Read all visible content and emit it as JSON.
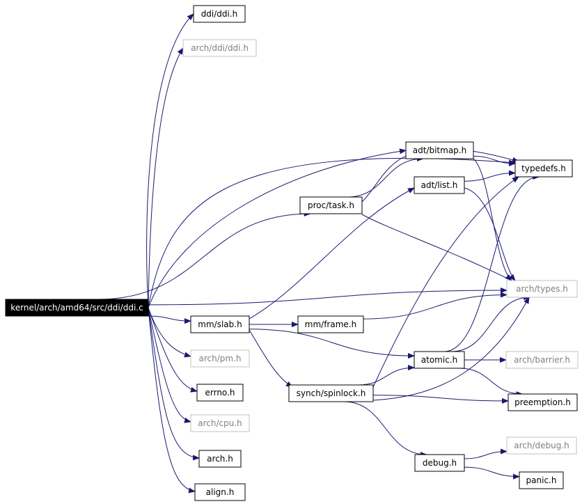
{
  "diagram": {
    "nodes": [
      {
        "id": "ddi_c",
        "label": "kernel/arch/amd64/src/ddi/ddi.c",
        "style": "root"
      },
      {
        "id": "ddi_h",
        "label": "ddi/ddi.h",
        "style": "normal"
      },
      {
        "id": "arch_ddi_h",
        "label": "arch/ddi/ddi.h",
        "style": "muted"
      },
      {
        "id": "typedefs_h",
        "label": "typedefs.h",
        "style": "normal"
      },
      {
        "id": "bitmap_h",
        "label": "adt/bitmap.h",
        "style": "normal"
      },
      {
        "id": "list_h",
        "label": "adt/list.h",
        "style": "normal"
      },
      {
        "id": "task_h",
        "label": "proc/task.h",
        "style": "normal"
      },
      {
        "id": "types_h",
        "label": "arch/types.h",
        "style": "muted"
      },
      {
        "id": "slab_h",
        "label": "mm/slab.h",
        "style": "normal"
      },
      {
        "id": "frame_h",
        "label": "mm/frame.h",
        "style": "normal"
      },
      {
        "id": "pm_h",
        "label": "arch/pm.h",
        "style": "muted"
      },
      {
        "id": "atomic_h",
        "label": "atomic.h",
        "style": "normal"
      },
      {
        "id": "barrier_h",
        "label": "arch/barrier.h",
        "style": "muted"
      },
      {
        "id": "errno_h",
        "label": "errno.h",
        "style": "normal"
      },
      {
        "id": "spinlock_h",
        "label": "synch/spinlock.h",
        "style": "normal"
      },
      {
        "id": "preempt_h",
        "label": "preemption.h",
        "style": "normal"
      },
      {
        "id": "cpu_h",
        "label": "arch/cpu.h",
        "style": "muted"
      },
      {
        "id": "arch_h",
        "label": "arch.h",
        "style": "normal"
      },
      {
        "id": "adebug_h",
        "label": "arch/debug.h",
        "style": "muted"
      },
      {
        "id": "debug_h",
        "label": "debug.h",
        "style": "normal"
      },
      {
        "id": "panic_h",
        "label": "panic.h",
        "style": "normal"
      },
      {
        "id": "align_h",
        "label": "align.h",
        "style": "normal"
      }
    ],
    "edges": [
      {
        "from": "ddi_c",
        "to": "ddi_h"
      },
      {
        "from": "ddi_c",
        "to": "arch_ddi_h"
      },
      {
        "from": "ddi_c",
        "to": "typedefs_h"
      },
      {
        "from": "ddi_c",
        "to": "bitmap_h"
      },
      {
        "from": "ddi_c",
        "to": "task_h"
      },
      {
        "from": "ddi_c",
        "to": "types_h"
      },
      {
        "from": "ddi_c",
        "to": "slab_h"
      },
      {
        "from": "ddi_c",
        "to": "pm_h"
      },
      {
        "from": "ddi_c",
        "to": "errno_h"
      },
      {
        "from": "ddi_c",
        "to": "cpu_h"
      },
      {
        "from": "ddi_c",
        "to": "arch_h"
      },
      {
        "from": "ddi_c",
        "to": "align_h"
      },
      {
        "from": "task_h",
        "to": "bitmap_h"
      },
      {
        "from": "task_h",
        "to": "typedefs_h"
      },
      {
        "from": "task_h",
        "to": "types_h"
      },
      {
        "from": "bitmap_h",
        "to": "typedefs_h"
      },
      {
        "from": "bitmap_h",
        "to": "types_h"
      },
      {
        "from": "list_h",
        "to": "typedefs_h"
      },
      {
        "from": "list_h",
        "to": "types_h"
      },
      {
        "from": "slab_h",
        "to": "list_h"
      },
      {
        "from": "slab_h",
        "to": "frame_h"
      },
      {
        "from": "slab_h",
        "to": "atomic_h"
      },
      {
        "from": "slab_h",
        "to": "spinlock_h"
      },
      {
        "from": "frame_h",
        "to": "types_h"
      },
      {
        "from": "atomic_h",
        "to": "typedefs_h"
      },
      {
        "from": "atomic_h",
        "to": "types_h"
      },
      {
        "from": "atomic_h",
        "to": "barrier_h"
      },
      {
        "from": "atomic_h",
        "to": "preempt_h"
      },
      {
        "from": "spinlock_h",
        "to": "atomic_h"
      },
      {
        "from": "spinlock_h",
        "to": "typedefs_h"
      },
      {
        "from": "spinlock_h",
        "to": "types_h"
      },
      {
        "from": "spinlock_h",
        "to": "preempt_h"
      },
      {
        "from": "spinlock_h",
        "to": "debug_h"
      },
      {
        "from": "debug_h",
        "to": "adebug_h"
      },
      {
        "from": "debug_h",
        "to": "panic_h"
      }
    ],
    "colors": {
      "edge": "#191970",
      "normal_border": "#000000",
      "muted_border": "#c0c0c0",
      "muted_text": "#808080",
      "root_fill": "#000000",
      "root_text": "#ffffff",
      "normal_text": "#000000"
    }
  }
}
